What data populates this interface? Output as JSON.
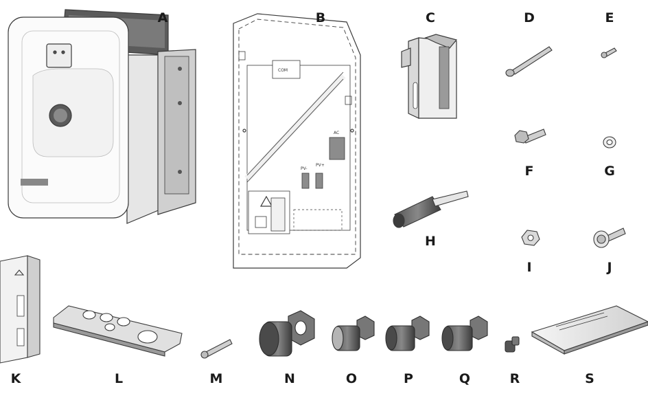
{
  "labels": {
    "A": "A",
    "B": "B",
    "C": "C",
    "D": "D",
    "E": "E",
    "F": "F",
    "G": "G",
    "H": "H",
    "I": "I",
    "J": "J",
    "K": "K",
    "L": "L",
    "M": "M",
    "N": "N",
    "O": "O",
    "P": "P",
    "Q": "Q",
    "R": "R",
    "S": "S"
  },
  "template_marks": {
    "com": "COM",
    "ac": "AC",
    "pv_minus": "PV-",
    "pv_plus": "PV+"
  },
  "colors": {
    "line": "#3a3a3a",
    "fill_light": "#f2f2f2",
    "metal": "#d9d9d9",
    "dark": "#4a4a4a"
  }
}
